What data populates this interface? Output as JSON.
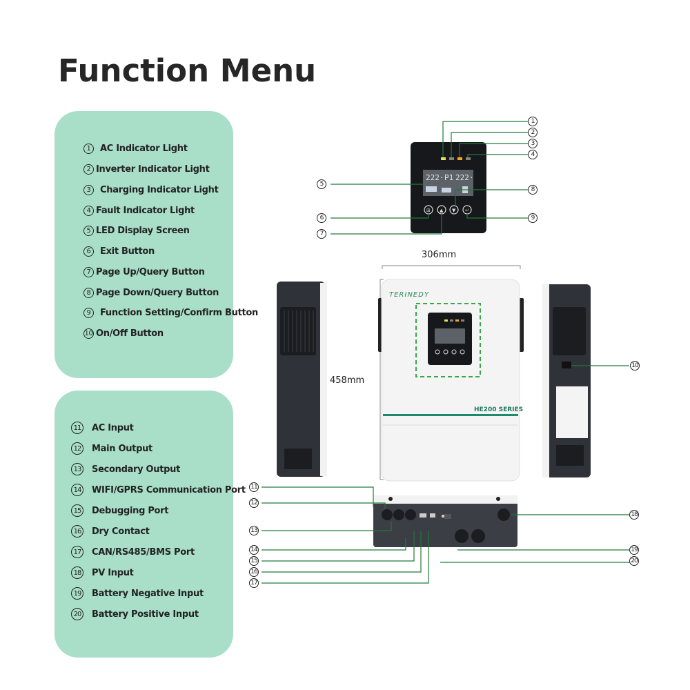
{
  "title": "Function Menu",
  "panel1": {
    "items": [
      {
        "num": "1",
        "label": "AC Indicator Light"
      },
      {
        "num": "2",
        "label": "Inverter Indicator Light"
      },
      {
        "num": "3",
        "label": "Charging Indicator Light"
      },
      {
        "num": "4",
        "label": "Fault Indicator Light"
      },
      {
        "num": "5",
        "label": "LED Display Screen"
      },
      {
        "num": "6",
        "label": "Exit Button"
      },
      {
        "num": "7",
        "label": "Page Up/Query Button"
      },
      {
        "num": "8",
        "label": "Page Down/Query Button"
      },
      {
        "num": "9",
        "label": "Function Setting/Confirm Button"
      },
      {
        "num": "10",
        "label": "On/Off Button"
      }
    ]
  },
  "panel2": {
    "items": [
      {
        "num": "11",
        "label": "AC Input"
      },
      {
        "num": "12",
        "label": "Main Output"
      },
      {
        "num": "13",
        "label": "Secondary Output"
      },
      {
        "num": "14",
        "label": "WIFI/GPRS Communication Port"
      },
      {
        "num": "15",
        "label": "Debugging Port"
      },
      {
        "num": "16",
        "label": "Dry Contact"
      },
      {
        "num": "17",
        "label": "CAN/RS485/BMS Port"
      },
      {
        "num": "18",
        "label": "PV Input"
      },
      {
        "num": "19",
        "label": "Battery Negative Input"
      },
      {
        "num": "20",
        "label": "Battery Positive Input"
      }
    ]
  },
  "device": {
    "brand": "TERINEDY",
    "series": "HE200 SERIES",
    "width_label": "306mm",
    "height_label": "458mm",
    "lcd_left": "222·",
    "lcd_mid": "P1",
    "lcd_right": "222·"
  },
  "callouts": [
    "1",
    "2",
    "3",
    "4",
    "5",
    "6",
    "7",
    "8",
    "9",
    "10",
    "11",
    "12",
    "13",
    "14",
    "15",
    "16",
    "17",
    "18",
    "19",
    "20"
  ],
  "colors": {
    "panel": "#a9dfc8",
    "accent": "#1e7a3a",
    "device_dark": "#2f3238"
  }
}
